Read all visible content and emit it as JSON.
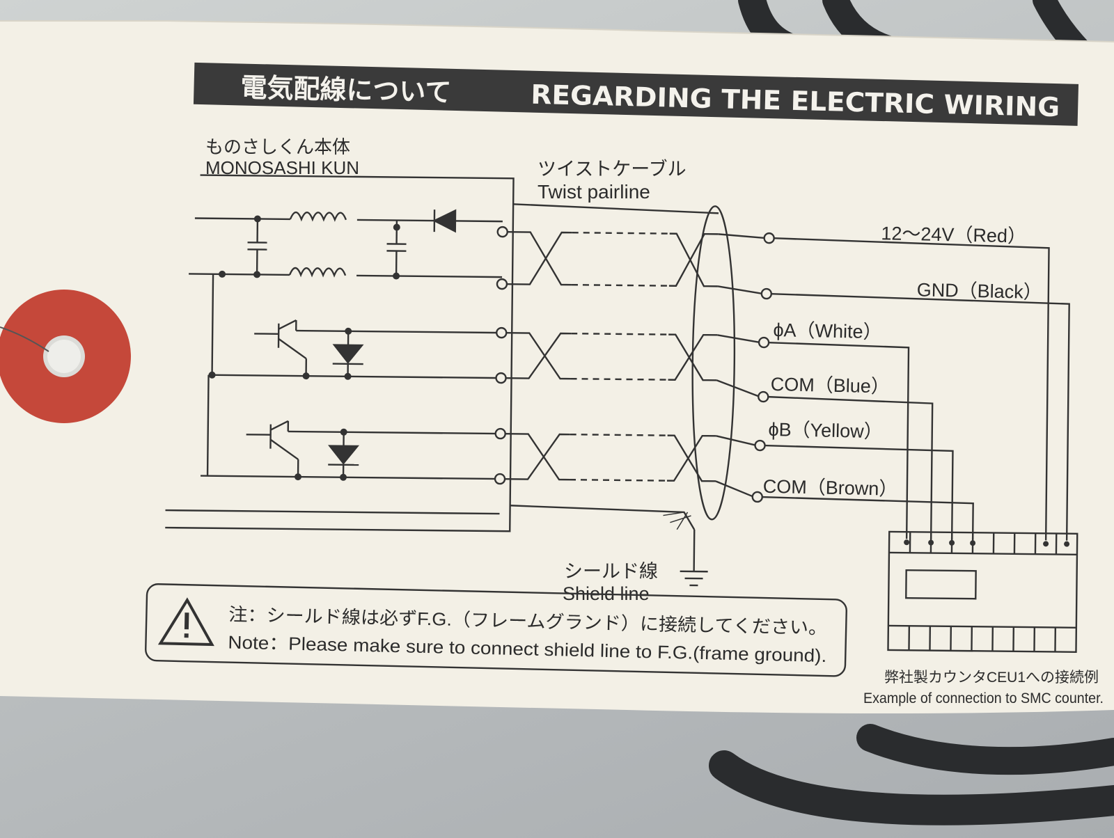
{
  "header": {
    "jp": "電気配線について",
    "en": "REGARDING THE ELECTRIC WIRING"
  },
  "device": {
    "jp": "ものさしくん本体",
    "en": "MONOSASHI KUN"
  },
  "twist": {
    "jp": "ツイストケーブル",
    "en": "Twist pairline"
  },
  "wires": [
    "12～24V（Red）",
    "GND（Black）",
    "ϕA（White）",
    "COM（Blue）",
    "ϕB（Yellow）",
    "COM（Brown）"
  ],
  "shield": {
    "jp": "シールド線",
    "en": "Shield line"
  },
  "note": {
    "jp": "注：シールド線は必ずF.G.（フレームグランド）に接続してください。",
    "en": "Note：Please make sure to connect shield line to F.G.(frame ground)."
  },
  "counter": {
    "jp": "弊社製カウンタCEU1への接続例",
    "en": "Example of connection to SMC counter."
  },
  "colors": {
    "tag_paper": "#f3f0e6",
    "header_band": "#3a3a3a",
    "line": "#333333",
    "reinforcement_ring": "#c5483a",
    "cable": "#2a2c2e"
  }
}
